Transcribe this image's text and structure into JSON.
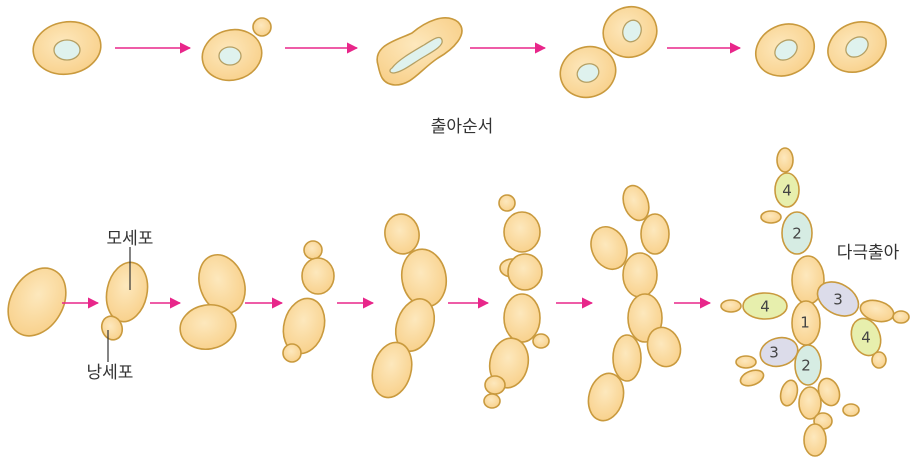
{
  "colors": {
    "cell_fill": "#fbd998",
    "cell_stroke": "#c99a3e",
    "nucleus_fill": "#dff2ee",
    "arrow": "#e8268a",
    "tint_4": "#e7efad",
    "tint_2": "#d6ece3",
    "tint_3": "#dcdcea"
  },
  "labels": {
    "budding_order": "출아순서",
    "mother_cell": "모세포",
    "daughter_cell": "낭세포",
    "multipolar_budding": "다극출아"
  },
  "bud_numbers": {
    "n1": "1",
    "n2_top": "2",
    "n2_bottom": "2",
    "n3_right": "3",
    "n3_left": "3",
    "n4_top": "4",
    "n4_left": "4",
    "n4_right": "4"
  }
}
